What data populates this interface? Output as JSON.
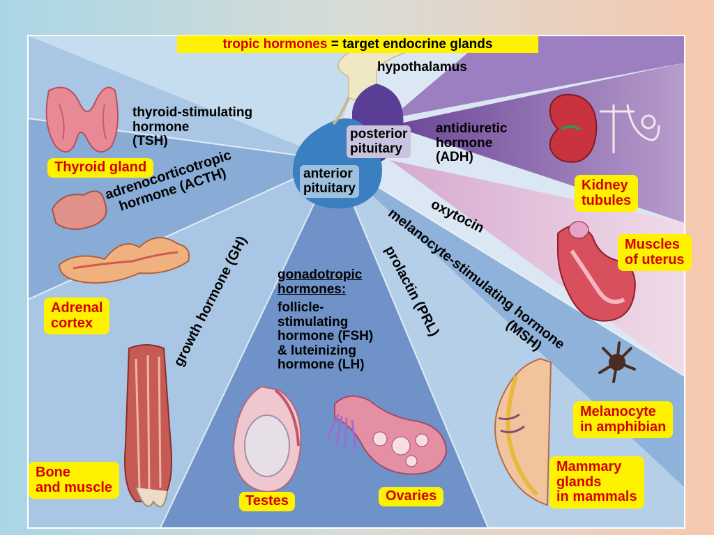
{
  "title": {
    "tropic": "tropic hormones",
    "rest": " = target endocrine glands"
  },
  "labels": {
    "hypothalamus": "hypothalamus",
    "posterior_pituitary": [
      "posterior",
      "pituitary"
    ],
    "anterior_pituitary": [
      "anterior",
      "pituitary"
    ],
    "tsh": [
      "thyroid-stimulating",
      "hormone",
      "(TSH)"
    ],
    "acth": [
      "adrenocorticotropic",
      "hormone (ACTH)"
    ],
    "gh": "growth hormone (GH)",
    "gonadotropic_heading": [
      "gonadotropic",
      "hormones:"
    ],
    "gonadotropic_body": [
      "follicle-",
      "stimulating",
      "hormone (FSH)",
      "& luteinizing",
      "hormone (LH)"
    ],
    "prolactin": "prolactin (PRL)",
    "msh": [
      "melanocyte-stimulating hormone",
      "(MSH)"
    ],
    "oxytocin": "oxytocin",
    "adh": [
      "antidiuretic",
      "hormone",
      "(ADH)"
    ]
  },
  "targets": {
    "thyroid": "Thyroid gland",
    "adrenal": [
      "Adrenal",
      "cortex"
    ],
    "bone": [
      "Bone",
      "and muscle"
    ],
    "testes": "Testes",
    "ovaries": "Ovaries",
    "mammary": [
      "Mammary",
      "glands",
      "in mammals"
    ],
    "melanocyte": [
      "Melanocyte",
      "in amphibian"
    ],
    "uterus": [
      "Muscles",
      "of uterus"
    ],
    "kidney": [
      "Kidney",
      "tubules"
    ]
  },
  "colors": {
    "label_fill": "#fff200",
    "label_text": "#d40000",
    "wedge_blue_light": "#a8c9e6",
    "wedge_blue_mid": "#7fa6d2",
    "wedge_purple": "#7b5aa6",
    "wedge_pink": "#e6c0db",
    "pituitary_blue": "#3a7fc0",
    "posterior_purple": "#5a3e96"
  },
  "icons": [
    "thyroid-gland-icon",
    "adrenal-cortex-icon",
    "bone-muscle-icon",
    "testis-icon",
    "ovary-icon",
    "mammary-gland-icon",
    "melanocyte-icon",
    "uterus-icon",
    "kidney-icon"
  ]
}
